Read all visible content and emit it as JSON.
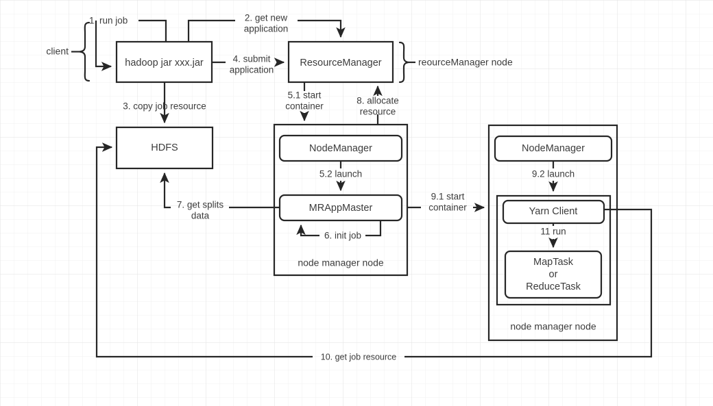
{
  "diagram": {
    "title": "Hadoop YARN MapReduce job submission flow",
    "stroke_color": "#262626",
    "text_color": "#3c3c3c",
    "background": "#ffffff",
    "grid_minor_color": "#f0f0f0",
    "grid_major_color": "#e2e2e2"
  },
  "nodes": {
    "client_label": "client",
    "hadoop_jar": "hadoop jar xxx.jar",
    "resource_manager": "ResourceManager",
    "resource_manager_group": "reourceManager node",
    "hdfs": "HDFS",
    "node_manager_left": "NodeManager",
    "mr_app_master": "MRAppMaster",
    "node_manager_node_left": "node manager node",
    "node_manager_right": "NodeManager",
    "yarn_client": "Yarn Client",
    "map_or_reduce_task_line1": "MapTask",
    "map_or_reduce_task_line2": "or",
    "map_or_reduce_task_line3": "ReduceTask",
    "node_manager_node_right": "node manager node"
  },
  "edges": {
    "e1_line1": "1. run job",
    "e2_line1": "2. get new",
    "e2_line2": "application",
    "e3_line1": "3. copy job resource",
    "e4_line1": "4. submit",
    "e4_line2": "application",
    "e51_line1": "5.1 start",
    "e51_line2": "container",
    "e52_line1": "5.2 launch",
    "e6_line1": "6. init job",
    "e7_line1": "7. get splits",
    "e7_line2": "data",
    "e8_line1": "8. allocate",
    "e8_line2": "resource",
    "e91_line1": "9.1 start",
    "e91_line2": "container",
    "e92_line1": "9.2 launch",
    "e10_line1": "10. get job resource",
    "e11_line1": "11 run"
  }
}
